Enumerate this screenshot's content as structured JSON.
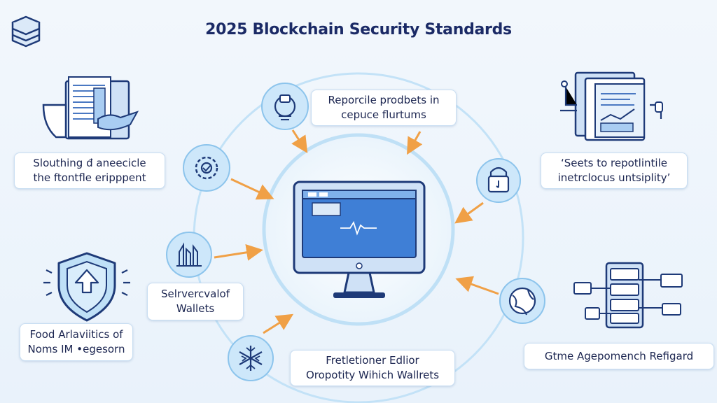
{
  "title": "2025 Blockchain Security Standards",
  "labels": {
    "top": [
      "Reporcile prodbets in",
      "cepuce flurtums"
    ],
    "left_top": [
      "Slouthing đ aneecicle",
      "the ftontfle eripppent"
    ],
    "right_top": [
      "‘Seets to repotlintile",
      "inetrclocus untsiplity’"
    ],
    "left_mid": [
      "Selrvercvalof",
      "Wallets"
    ],
    "left_bottom": [
      "Food Arlaviitics of",
      "Noms IM •egesorn"
    ],
    "bottom": [
      "Fretletioner Edlior",
      "Oropotity Wihich Wallrets"
    ],
    "right_bottom": [
      "Gtme Agepomench Refigard"
    ]
  },
  "icons": [
    "layers-logo-icon",
    "lightbulb-icon",
    "gear-icon",
    "lock-icon",
    "documents-icon",
    "stack-icon",
    "globe-icon",
    "snowflake-icon",
    "shield-icon",
    "monitor-icon",
    "laptop-document-icon",
    "network-devices-icon"
  ],
  "colors": {
    "accent": "#f0a046",
    "ring": "#bfe0f6",
    "icon_fill": "#cde7fa",
    "icon_stroke": "#1e3a78"
  }
}
